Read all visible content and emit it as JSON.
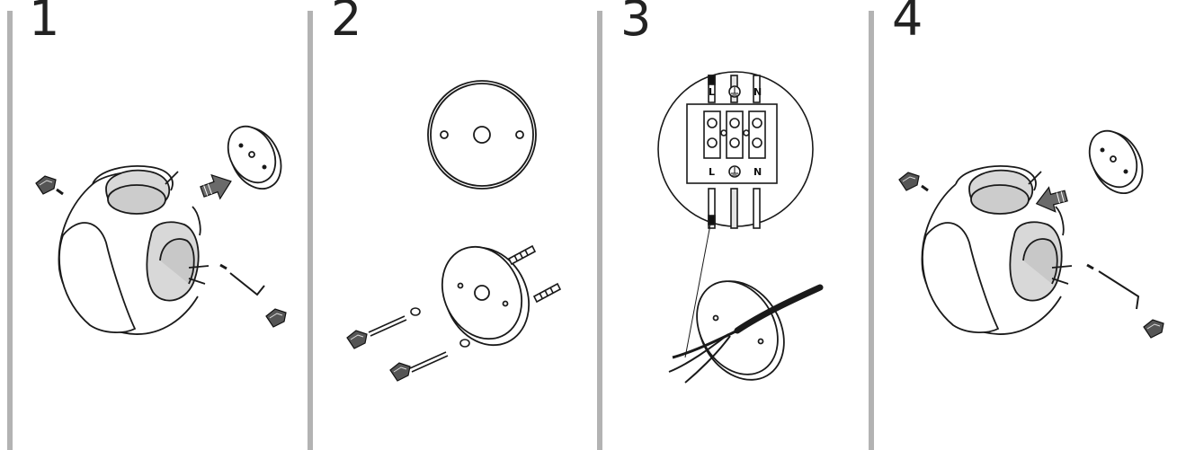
{
  "steps": [
    {
      "number": "1"
    },
    {
      "number": "2"
    },
    {
      "number": "3"
    },
    {
      "number": "4"
    }
  ],
  "wiring": {
    "top_labels": [
      "L",
      "N"
    ],
    "bottom_labels": [
      "L",
      "N"
    ]
  },
  "colors": {
    "divider": "#b3b3b3",
    "line": "#1a1a1a",
    "shade": "#d8d8d8"
  }
}
